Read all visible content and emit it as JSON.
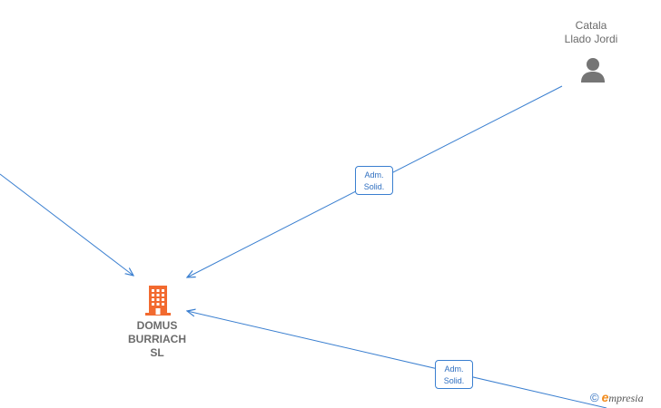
{
  "company": {
    "name_lines": [
      "DOMUS",
      "BURRIACH",
      "SL"
    ],
    "icon": "building-icon",
    "color": "#f26a2f"
  },
  "person": {
    "name_lines": [
      "Catala",
      "Llado Jordi"
    ],
    "icon": "person-icon",
    "color": "#757575"
  },
  "relations": [
    {
      "label_lines": [
        "Adm.",
        "Solid."
      ]
    },
    {
      "label_lines": [
        "Adm.",
        "Solid."
      ]
    }
  ],
  "edge_color": "#3a7fd0",
  "watermark": {
    "copyright": "©",
    "brand_initial": "e",
    "brand_rest": "mpresia"
  }
}
